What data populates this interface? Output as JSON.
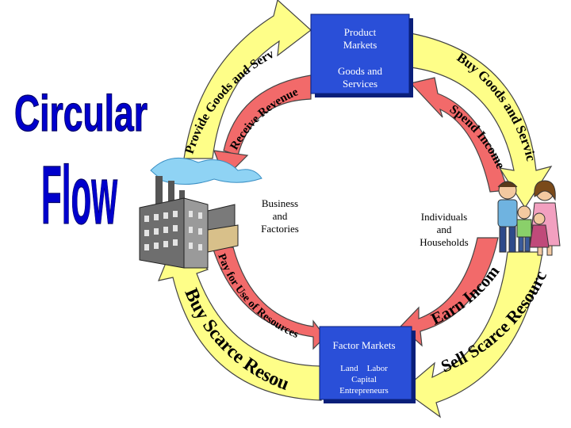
{
  "title": {
    "line1": "Circular",
    "line2": "Flow"
  },
  "product_markets": {
    "heading_line1": "Product",
    "heading_line2": "Markets",
    "sub_line1": "Goods and",
    "sub_line2": "Services"
  },
  "factor_markets": {
    "heading": "Factor Markets",
    "sub_line1": "Land    Labor",
    "sub_line2": "Capital",
    "sub_line3": "Entrepreneurs"
  },
  "business": {
    "line1": "Business",
    "line2": "and",
    "line3": "Factories"
  },
  "households": {
    "line1": "Individuals",
    "line2": "and",
    "line3": "Households"
  },
  "flows": {
    "provide_goods": "Provide Goods and Services",
    "receive_revenue": "Receive Revenue",
    "buy_goods": "Buy Goods and Services",
    "spend_income": "Spend Income",
    "earn_income": "Earn Income",
    "sell_resources": "Sell Scarce Resources",
    "pay_resources": "Pay for Use of Resources",
    "buy_resources": "Buy Scarce Resources"
  },
  "colors": {
    "outer_arrow": "#fefe88",
    "inner_arrow": "#f26a6a",
    "market_box": "#2a4fd8",
    "title_blue": "#0000cc"
  },
  "icons": {
    "factory": "factory-icon",
    "family": "family-icon"
  }
}
